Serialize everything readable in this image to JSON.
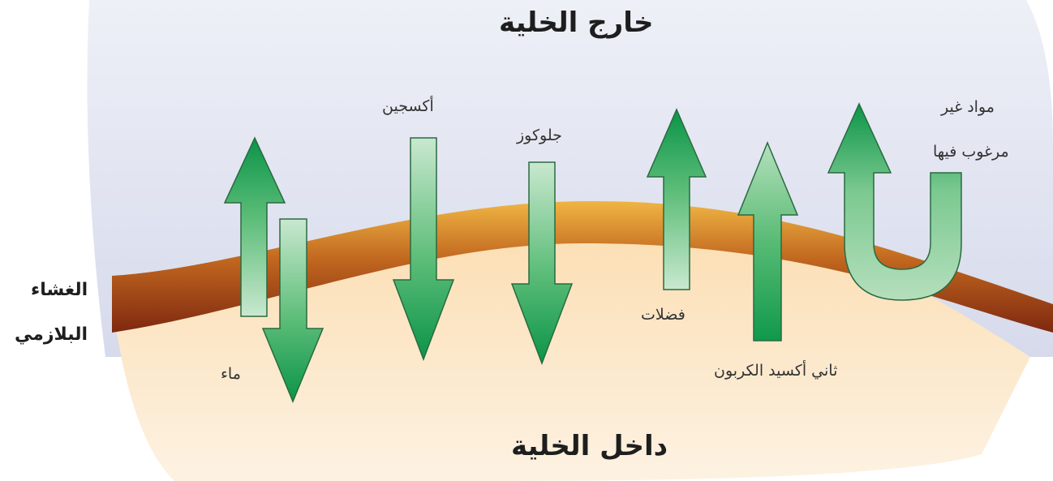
{
  "titles": {
    "outside": "خارج الخلية",
    "inside": "داخل الخلية"
  },
  "membrane": {
    "line1": "الغشاء",
    "line2": "البلازمي"
  },
  "substances": {
    "water": "ماء",
    "oxygen": "أكسجين",
    "glucose": "جلوكوز",
    "wastes": "فضلات",
    "co2": "ثاني أكسيد الكربون",
    "unwanted_line1": "مواد غير",
    "unwanted_line2": "مرغوب فيها"
  },
  "colors": {
    "outside_top": "#d9dced",
    "outside_bottom": "#f3f3f8",
    "inside_top": "#fbe0b6",
    "inside_bottom": "#fcefdb",
    "membrane_dark": "#8a2f12",
    "membrane_light": "#e6a53a",
    "arrow_dark": "#0d9549",
    "arrow_light": "#a8d8b0"
  }
}
